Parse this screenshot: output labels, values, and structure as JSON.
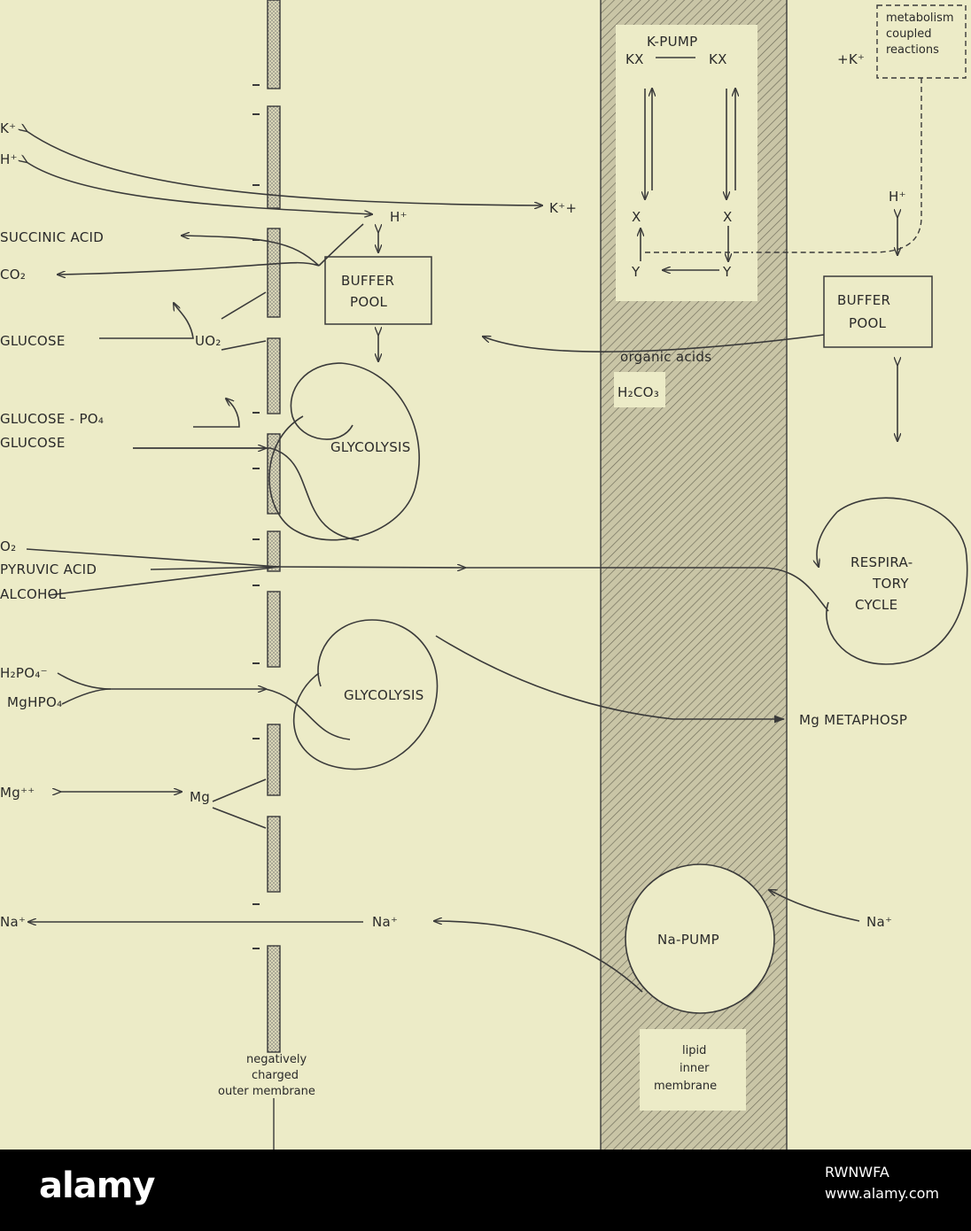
{
  "labels": {
    "k_out": "K⁺",
    "h_out": "H⁺",
    "succinic": "SUCCINIC ACID",
    "co2": "CO₂",
    "glucose1": "GLUCOSE",
    "uo2": "UO₂",
    "glucose_po4": "GLUCOSE - PO₄",
    "glucose2": "GLUCOSE",
    "o2": "O₂",
    "pyruvic": "PYRUVIC ACID",
    "alcohol": "ALCOHOL",
    "h2po4": "H₂PO₄⁻",
    "mghpo4": "MgHPO₄",
    "mg_ion": "Mg⁺⁺",
    "mg": "Mg",
    "na_out": "Na⁺",
    "na_mid": "Na⁺",
    "h_mid": "H⁺",
    "k_mid": "K⁺+",
    "buffer_pool_left_1": "BUFFER",
    "buffer_pool_left_2": "POOL",
    "glycolysis_1": "GLYCOLYSIS",
    "glycolysis_2": "GLYCOLYSIS",
    "kpump_title": "K-PUMP",
    "kx_left": "KX",
    "kx_right": "KX",
    "x_left": "X",
    "x_right": "X",
    "y_left": "Y",
    "y_right": "Y",
    "k_right": "+K⁺",
    "metab_1": "metabolism",
    "metab_2": "coupled",
    "metab_3": "reactions",
    "h_right": "H⁺",
    "buffer_pool_right_1": "BUFFER",
    "buffer_pool_right_2": "POOL",
    "organic_acids": "organic acids",
    "h2co3": "H₂CO₃",
    "resp_1": "RESPIRA-",
    "resp_2": "TORY",
    "resp_3": "CYCLE",
    "mg_metaphos": "Mg METAPHOSP",
    "na_pump": "Na-PUMP",
    "na_right": "Na⁺",
    "outer_1": "negatively",
    "outer_2": "charged",
    "outer_3": "outer membrane",
    "inner_1": "lipid",
    "inner_2": "inner",
    "inner_3": "membrane"
  },
  "watermark": {
    "logo": "alamy",
    "image_id": "RWNWFA",
    "url": "www.alamy.com"
  },
  "colors": {
    "background": "#ecebc7",
    "ink": "#3a3a3a"
  }
}
